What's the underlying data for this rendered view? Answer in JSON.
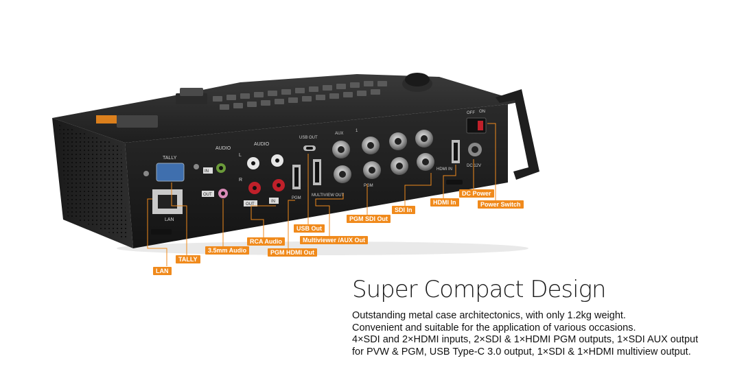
{
  "callouts": {
    "lan": "LAN",
    "tally": "TALLY",
    "audio_35": "3.5mm Audio",
    "rca_audio": "RCA Audio",
    "pgm_hdmi_out": "PGM HDMI Out",
    "usb_out": "USB Out",
    "multiviewer_aux_out": "Multiviewer /AUX Out",
    "pgm_sdi_out": "PGM SDI Out",
    "sdi_in": "SDI In",
    "hdmi_in": "HDMI In",
    "dc_power": "DC Power",
    "power_switch": "Power Switch"
  },
  "panel_labels": {
    "tally": "TALLY",
    "audio_left": "AUDIO",
    "audio_right": "AUDIO",
    "in": "IN",
    "out": "OUT",
    "l": "L",
    "r": "R",
    "out_rca": "OUT",
    "in_rca": "IN",
    "lan": "LAN",
    "pgm": "PGM",
    "usb_out": "USB OUT",
    "aux": "AUX",
    "one": "1",
    "multiview_out": "MULTIVIEW OUT",
    "pgm_sdi": "PGM",
    "hdmi_in": "HDMI IN",
    "off": "OFF",
    "on": "ON",
    "dc12v": "DC 12V"
  },
  "heading": "Super Compact Design",
  "description": [
    "Outstanding metal case architectonics, with only 1.2kg weight.",
    "Convenient and suitable for the application of various occasions.",
    "4×SDI and 2×HDMI inputs, 2×SDI & 1×HDMI PGM outputs, 1×SDI AUX output",
    "for PVW & PGM, USB Type-C 3.0 output, 1×SDI & 1×HDMI multiview output."
  ],
  "colors": {
    "accent": "#f08a1c",
    "device_body": "#1c1c1c",
    "text": "#111111"
  }
}
